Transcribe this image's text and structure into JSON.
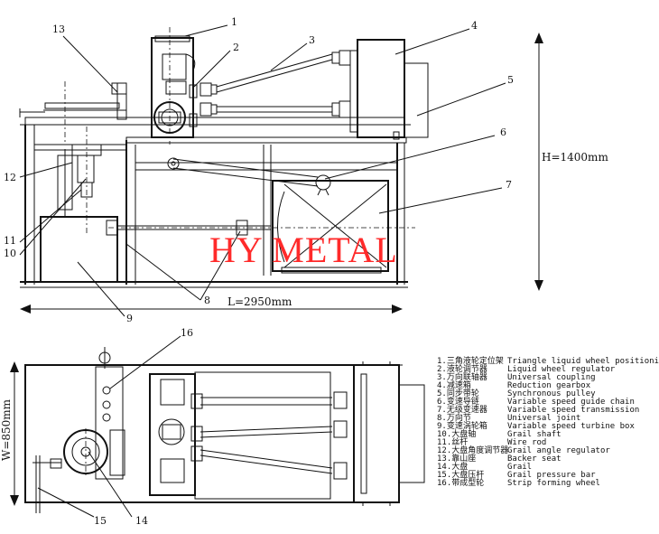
{
  "watermark": "HY METAL",
  "dimensions": {
    "height": "H=1400mm",
    "length": "L=2950mm",
    "width": "W=850mm"
  },
  "callouts": [
    "1",
    "2",
    "3",
    "4",
    "5",
    "6",
    "7",
    "8",
    "9",
    "10",
    "11",
    "12",
    "13",
    "14",
    "15",
    "16"
  ],
  "legend": [
    {
      "cn": "1.三角液轮定位架",
      "en": "Triangle liquid wheel positioning rack"
    },
    {
      "cn": "2.液轮调节器",
      "en": "Liquid wheel regulator"
    },
    {
      "cn": "3.万向联轴器",
      "en": "Universal coupling"
    },
    {
      "cn": "4.减速箱",
      "en": "Reduction gearbox"
    },
    {
      "cn": "5.同步带轮",
      "en": "Synchronous pulley"
    },
    {
      "cn": "6.变速导链",
      "en": "Variable speed guide chain"
    },
    {
      "cn": "7.无级变速器",
      "en": "Variable speed transmission"
    },
    {
      "cn": "8.万向节",
      "en": "Universal joint"
    },
    {
      "cn": "9.变速涡轮箱",
      "en": "Variable speed turbine box"
    },
    {
      "cn": "10.大盘轴",
      "en": "Grail shaft"
    },
    {
      "cn": "11.丝杆",
      "en": "Wire rod"
    },
    {
      "cn": "12.大盘角度调节器",
      "en": "Grail angle regulator"
    },
    {
      "cn": "13.靠山座",
      "en": "Backer seat"
    },
    {
      "cn": "14.大盘",
      "en": "Grail"
    },
    {
      "cn": "15.大盘压杆",
      "en": "Grail pressure bar"
    },
    {
      "cn": "16.带成型轮",
      "en": "Strip forming wheel"
    }
  ]
}
